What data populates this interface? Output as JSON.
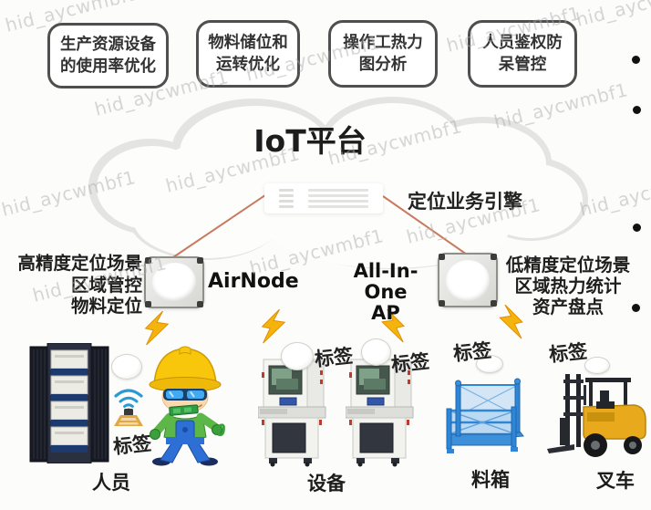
{
  "watermark": {
    "text": "hid_aycwmbf1"
  },
  "top_boxes": [
    {
      "line1": "生产资源设备",
      "line2": "的使用率优化"
    },
    {
      "line1": "物料储位和",
      "line2": "运转优化"
    },
    {
      "line1": "操作工热力",
      "line2": "图分析"
    },
    {
      "line1": "人员鉴权防",
      "line2": "呆管控"
    }
  ],
  "cloud": {
    "title": "IoT平台",
    "engine_label": "定位业务引擎"
  },
  "left_scene": {
    "lines": [
      "高精度定位场景",
      "区域管控",
      "物料定位"
    ],
    "device_label": "AirNode"
  },
  "right_scene": {
    "device_label_line1": "All-In-One",
    "device_label_line2": "AP",
    "lines": [
      "低精度定位场景",
      "区域热力统计",
      "资产盘点"
    ]
  },
  "tag_label": "标签",
  "bottom_labels": {
    "person": "人员",
    "equipment": "设备",
    "material_box": "料箱",
    "forklift": "叉车"
  },
  "colors": {
    "connector_line": "#c87a5e",
    "lightning": "#f5b40d",
    "wifi_blue": "#2a9ad6",
    "cage_blue": "#2f86d6",
    "forklift_yellow": "#e9a91c",
    "helmet_yellow": "#f8c60a"
  }
}
